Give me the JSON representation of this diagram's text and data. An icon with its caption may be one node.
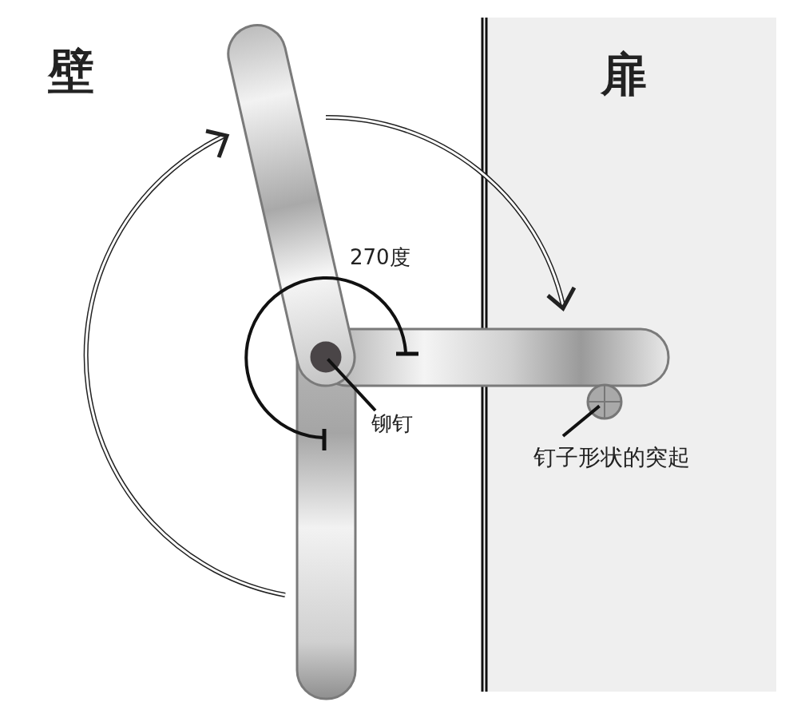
{
  "diagram": {
    "nodes": [
      {
        "text": [
          "铆钉"
        ]
      },
      {
        "text": [],
        "shape": "circle"
      },
      {
        "text": [
          "钉子形状的突起"
        ]
      },
      {
        "text": [],
        "shape": "circle"
      }
    ],
    "edges": [
      {
        "from": 0,
        "to": 1,
        "arrow": "none"
      },
      {
        "from": 2,
        "to": 3,
        "arrow": "none"
      }
    ],
    "labels": [
      "壁",
      "扉",
      "270度"
    ]
  }
}
